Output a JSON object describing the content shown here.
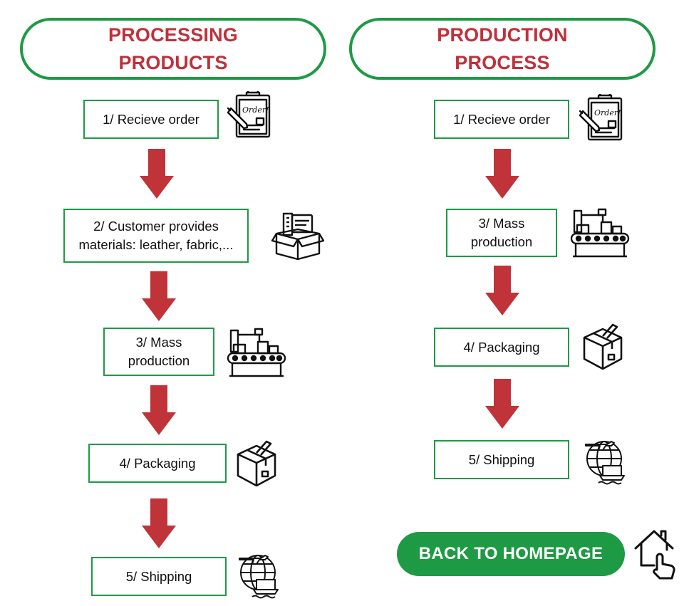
{
  "left": {
    "title": "PROCESSING\nPRODUCTS",
    "steps": [
      "1/ Recieve order",
      "2/ Customer provides\nmaterials: leather, fabric,...",
      "3/ Mass\nproduction",
      "4/ Packaging",
      "5/ Shipping"
    ]
  },
  "right": {
    "title": "PRODUCTION\nPROCESS",
    "steps": [
      "1/ Recieve order",
      "3/ Mass\nproduction",
      "4/ Packaging",
      "5/ Shipping"
    ]
  },
  "icons": {
    "order": "order-clipboard-icon",
    "materials": "materials-box-icon",
    "production": "factory-conveyor-icon",
    "packaging": "package-box-icon",
    "shipping": "global-shipping-icon",
    "home": "home-tap-icon",
    "flow": "down-arrow-icon"
  },
  "colors": {
    "accent_green": "#1e9a45",
    "title_red": "#c0303a",
    "arrow_red": "#bf3339"
  },
  "home_button": {
    "label": "BACK TO HOMEPAGE"
  }
}
